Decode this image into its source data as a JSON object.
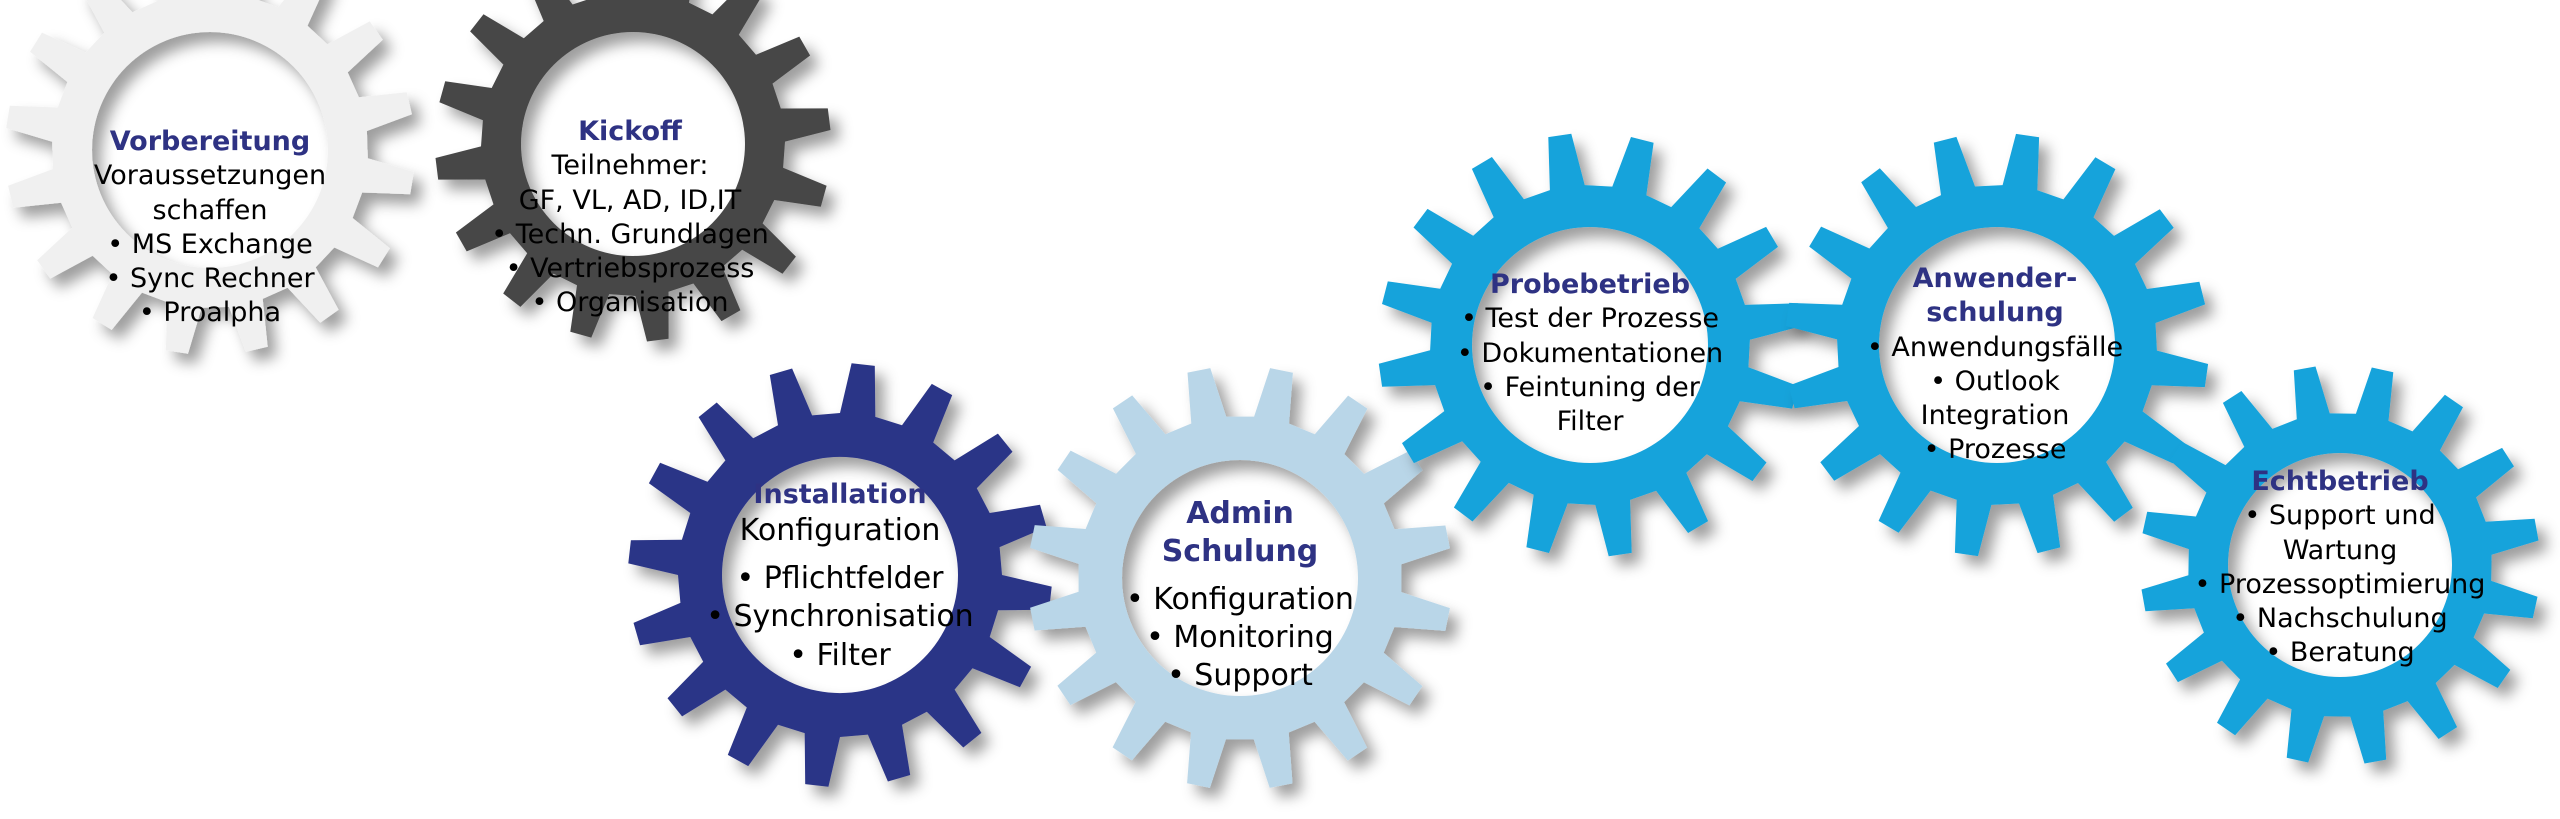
{
  "colors": {
    "vorbereitung": "#f0f0f0",
    "kickoff": "#474747",
    "installation": "#2c3487",
    "admin": "#b9d6e8",
    "probebetrieb": "#14a3db",
    "anwender": "#14a3db",
    "echtbetrieb": "#14a3db",
    "title": "#2e3283",
    "hub": "#ffffff"
  },
  "gears": [
    {
      "id": "vorbereitung",
      "title": [
        "Vorbereitung"
      ],
      "lines": [
        "Voraussetzungen",
        "schaffen",
        "• MS Exchange",
        "• Sync Rechner",
        "• Proalpha"
      ]
    },
    {
      "id": "kickoff",
      "title": [
        "Kickoff"
      ],
      "lines": [
        "Teilnehmer:",
        "GF, VL, AD, ID,IT",
        "• Techn. Grundlagen",
        "• Vertriebsprozess",
        "• Organisation"
      ]
    },
    {
      "id": "installation",
      "title": [
        "Installation"
      ],
      "lines": [
        "Konfiguration",
        "",
        "• Pflichtfelder",
        "• Synchronisation",
        "• Filter"
      ]
    },
    {
      "id": "admin",
      "title": [
        "Admin",
        "Schulung"
      ],
      "lines": [
        "",
        "• Konfiguration",
        "• Monitoring",
        "• Support"
      ]
    },
    {
      "id": "probebetrieb",
      "title": [
        "Probebetrieb"
      ],
      "lines": [
        "• Test der Prozesse",
        "• Dokumentationen",
        "• Feintuning der",
        "Filter"
      ]
    },
    {
      "id": "anwender",
      "title": [
        "Anwender-",
        "schulung"
      ],
      "lines": [
        "• Anwendungsfälle",
        "• Outlook",
        "Integration",
        "• Prozesse"
      ]
    },
    {
      "id": "echtbetrieb",
      "title": [
        "Echtbetrieb"
      ],
      "lines": [
        "• Support und",
        "Wartung",
        "• Prozessoptimierung",
        "• Nachschulung",
        "• Beratung"
      ]
    }
  ]
}
